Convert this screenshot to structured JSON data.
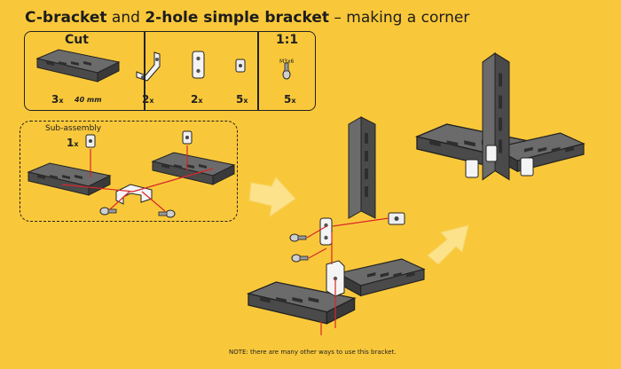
{
  "title": {
    "part1": "C-bracket",
    "and": " and ",
    "part2": "2-hole simple bracket",
    "rest": " – making a corner"
  },
  "parts_box": {
    "cut_label": "Cut",
    "scale_label": "1:1",
    "screw_spec": "M3x6",
    "beam": {
      "qty": "3",
      "length": "40 mm"
    },
    "c_bracket": {
      "qty": "2"
    },
    "simple_bracket": {
      "qty": "2"
    },
    "nut": {
      "qty": "5"
    },
    "screw": {
      "qty": "5"
    }
  },
  "qty_suffix": "x",
  "subassembly": {
    "label": "Sub-assembly",
    "qty": "1"
  },
  "note": "NOTE: there are many other ways to use this bracket.",
  "colors": {
    "background": "#F9C83A",
    "beam": "#5a5a5a",
    "beam_dark": "#3a3a3a",
    "assembly_line": "#d9262a",
    "arrow": "#FCE28A"
  }
}
